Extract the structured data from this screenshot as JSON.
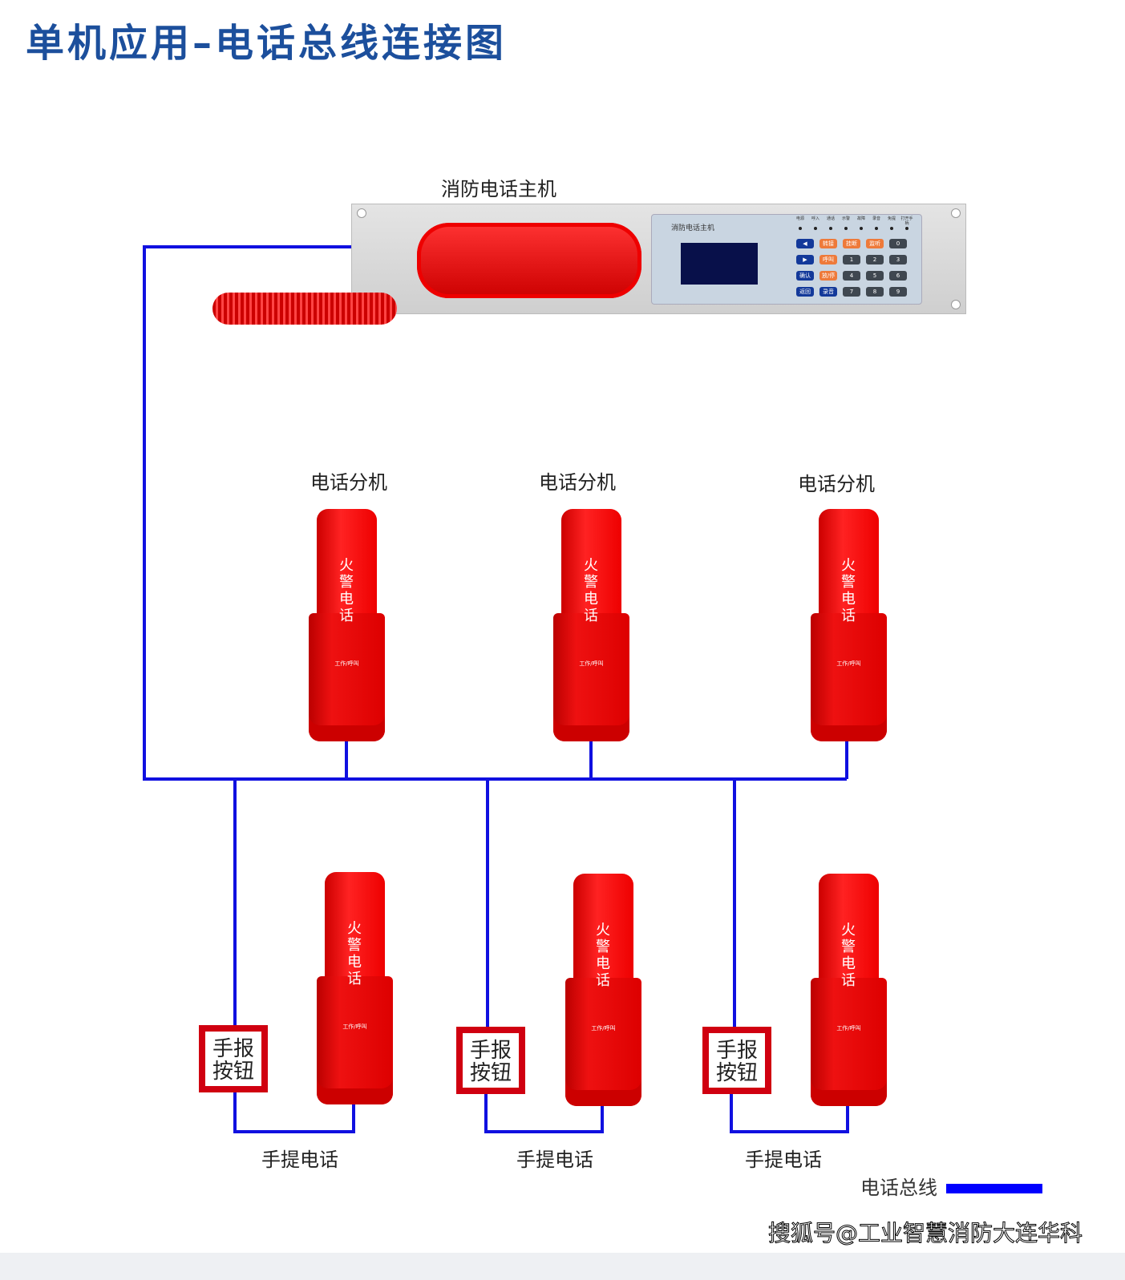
{
  "title": "单机应用–电话总线连接图",
  "host": {
    "label": "消防电话主机",
    "panel_title": "消防电话主机",
    "leds": [
      "电源",
      "呼入",
      "通话",
      "示警",
      "故障",
      "录音",
      "免提",
      "打开手柄"
    ],
    "keys": [
      {
        "label": "◀",
        "kind": "blue"
      },
      {
        "label": "转接",
        "kind": "or"
      },
      {
        "label": "挂断",
        "kind": "or"
      },
      {
        "label": "监听",
        "kind": "or"
      },
      {
        "label": "0",
        "kind": "gr"
      },
      {
        "label": "▶",
        "kind": "blue"
      },
      {
        "label": "呼叫",
        "kind": "or"
      },
      {
        "label": "1",
        "kind": "gr"
      },
      {
        "label": "2",
        "kind": "gr"
      },
      {
        "label": "3",
        "kind": "gr"
      },
      {
        "label": "确认",
        "kind": "blue"
      },
      {
        "label": "放/停",
        "kind": "or"
      },
      {
        "label": "4",
        "kind": "gr"
      },
      {
        "label": "5",
        "kind": "gr"
      },
      {
        "label": "6",
        "kind": "gr"
      },
      {
        "label": "返回",
        "kind": "blue"
      },
      {
        "label": "录音",
        "kind": "blue"
      },
      {
        "label": "7",
        "kind": "gr"
      },
      {
        "label": "8",
        "kind": "gr"
      },
      {
        "label": "9",
        "kind": "gr"
      }
    ]
  },
  "extension_label": "电话分机",
  "portable_label": "手提电话",
  "phone_text": "火警电话",
  "phone_small": "工作/呼叫",
  "manual_button": "手报按钮",
  "legend": {
    "label": "电话总线",
    "color": "#0000ff"
  },
  "watermark": "搜狐号@工业智慧消防大连华科",
  "colors": {
    "wire": "#1010e0",
    "title": "#1c4f9c",
    "red": "#dd0010"
  }
}
